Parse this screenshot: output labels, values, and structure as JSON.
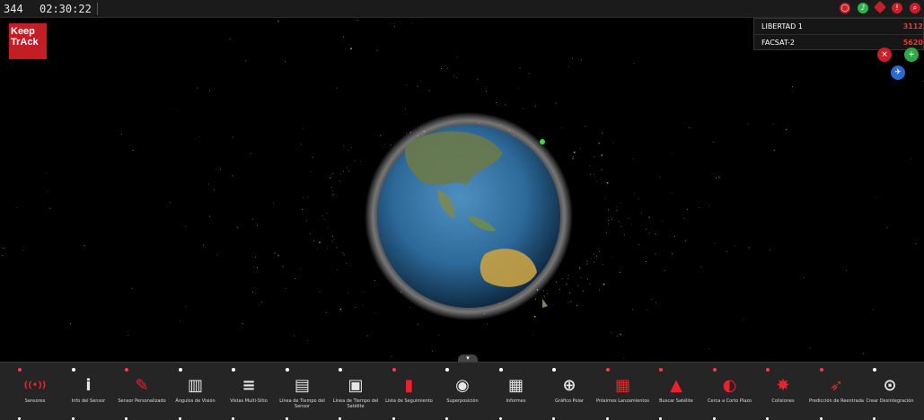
{
  "topbar": {
    "satellite_count": "344",
    "clock": "02:30:22",
    "icons": [
      "github-icon",
      "sound-icon",
      "layers-icon",
      "info-icon",
      "search-icon"
    ]
  },
  "logo": {
    "line1": "Keep",
    "line2": "TrAck"
  },
  "watchlist": {
    "items": [
      {
        "name": "LIBERTAD 1",
        "id": "3112"
      },
      {
        "name": "FACSAT-2",
        "id": "5620"
      }
    ]
  },
  "colors": {
    "accent": "#e8232c",
    "panel": "#252525",
    "ocean": "#2d6a9a"
  },
  "bottom_menu": {
    "items": [
      {
        "label": "Sensores",
        "icon": "broadcast-icon",
        "red": true
      },
      {
        "label": "Info del Sensor",
        "icon": "info-icon",
        "red": false
      },
      {
        "label": "Sensor Personalizado",
        "icon": "wrench-icon",
        "red": true
      },
      {
        "label": "Ángulos de Visión",
        "icon": "table-icon",
        "red": false
      },
      {
        "label": "Vistas Multi-Sitio",
        "icon": "list-icon",
        "red": false
      },
      {
        "label": "Línea de Tiempo del Sensor",
        "icon": "timeline-icon",
        "red": false
      },
      {
        "label": "Línea de Tiempo del Satélite",
        "icon": "timeline-box-icon",
        "red": false
      },
      {
        "label": "Lista de Seguimiento",
        "icon": "bookmark-icon",
        "red": true
      },
      {
        "label": "Superposición",
        "icon": "eye-icon",
        "red": false
      },
      {
        "label": "Informes",
        "icon": "document-icon",
        "red": false
      },
      {
        "label": "Gráfico Polar",
        "icon": "crosshair-icon",
        "red": false
      },
      {
        "label": "Próximos Lanzamientos",
        "icon": "calendar-icon",
        "red": true
      },
      {
        "label": "Buscar Satélite",
        "icon": "find-satellite-icon",
        "red": true
      },
      {
        "label": "Cerca a Corto Plazo",
        "icon": "proximity-icon",
        "red": true
      },
      {
        "label": "Colisiones",
        "icon": "collision-icon",
        "red": true
      },
      {
        "label": "Predicción de Reentrada",
        "icon": "reentry-icon",
        "red": true
      },
      {
        "label": "Crear Desintegración",
        "icon": "breakup-icon",
        "red": false
      }
    ]
  }
}
